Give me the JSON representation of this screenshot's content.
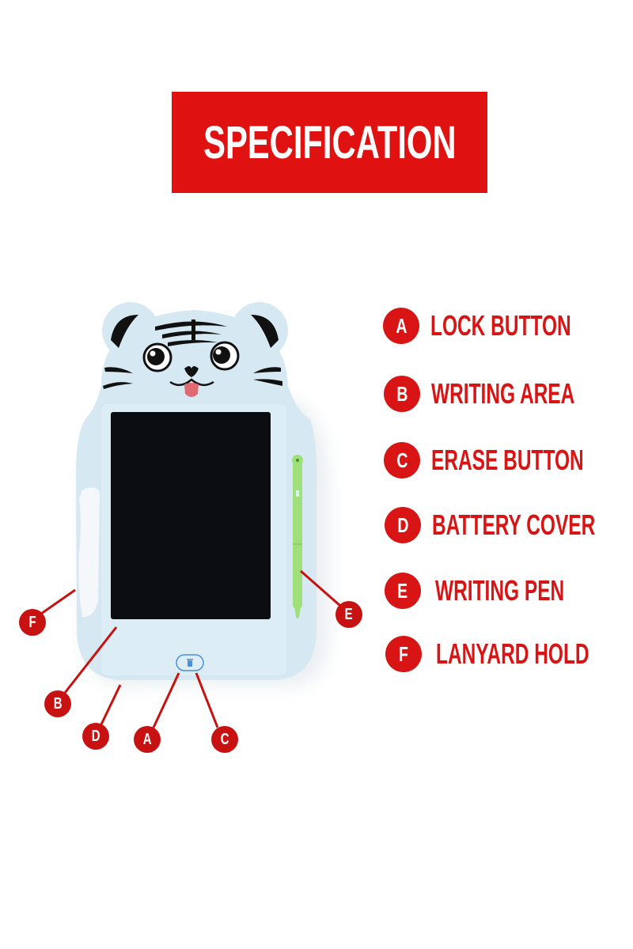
{
  "banner": {
    "title": "SPECIFICATION",
    "bg_color": "#e01111",
    "text_color": "#ffffff"
  },
  "legend": {
    "accent_color": "#d81414",
    "items": [
      {
        "letter": "A",
        "label": "LOCK BUTTON"
      },
      {
        "letter": "B",
        "label": "WRITING AREA"
      },
      {
        "letter": "C",
        "label": "ERASE BUTTON"
      },
      {
        "letter": "D",
        "label": "BATTERY COVER"
      },
      {
        "letter": "E",
        "label": "WRITING PEN"
      },
      {
        "letter": "F",
        "label": "LANYARD HOLD"
      }
    ]
  },
  "product": {
    "name": "Tiger LCD writing tablet",
    "body_color": "#d6e9f3",
    "screen_color": "#0b0d10",
    "pen_color": "#9fe07a",
    "erase_icon": "trash-icon",
    "callouts": [
      {
        "letter": "F"
      },
      {
        "letter": "E"
      },
      {
        "letter": "B"
      },
      {
        "letter": "D"
      },
      {
        "letter": "A"
      },
      {
        "letter": "C"
      }
    ]
  }
}
